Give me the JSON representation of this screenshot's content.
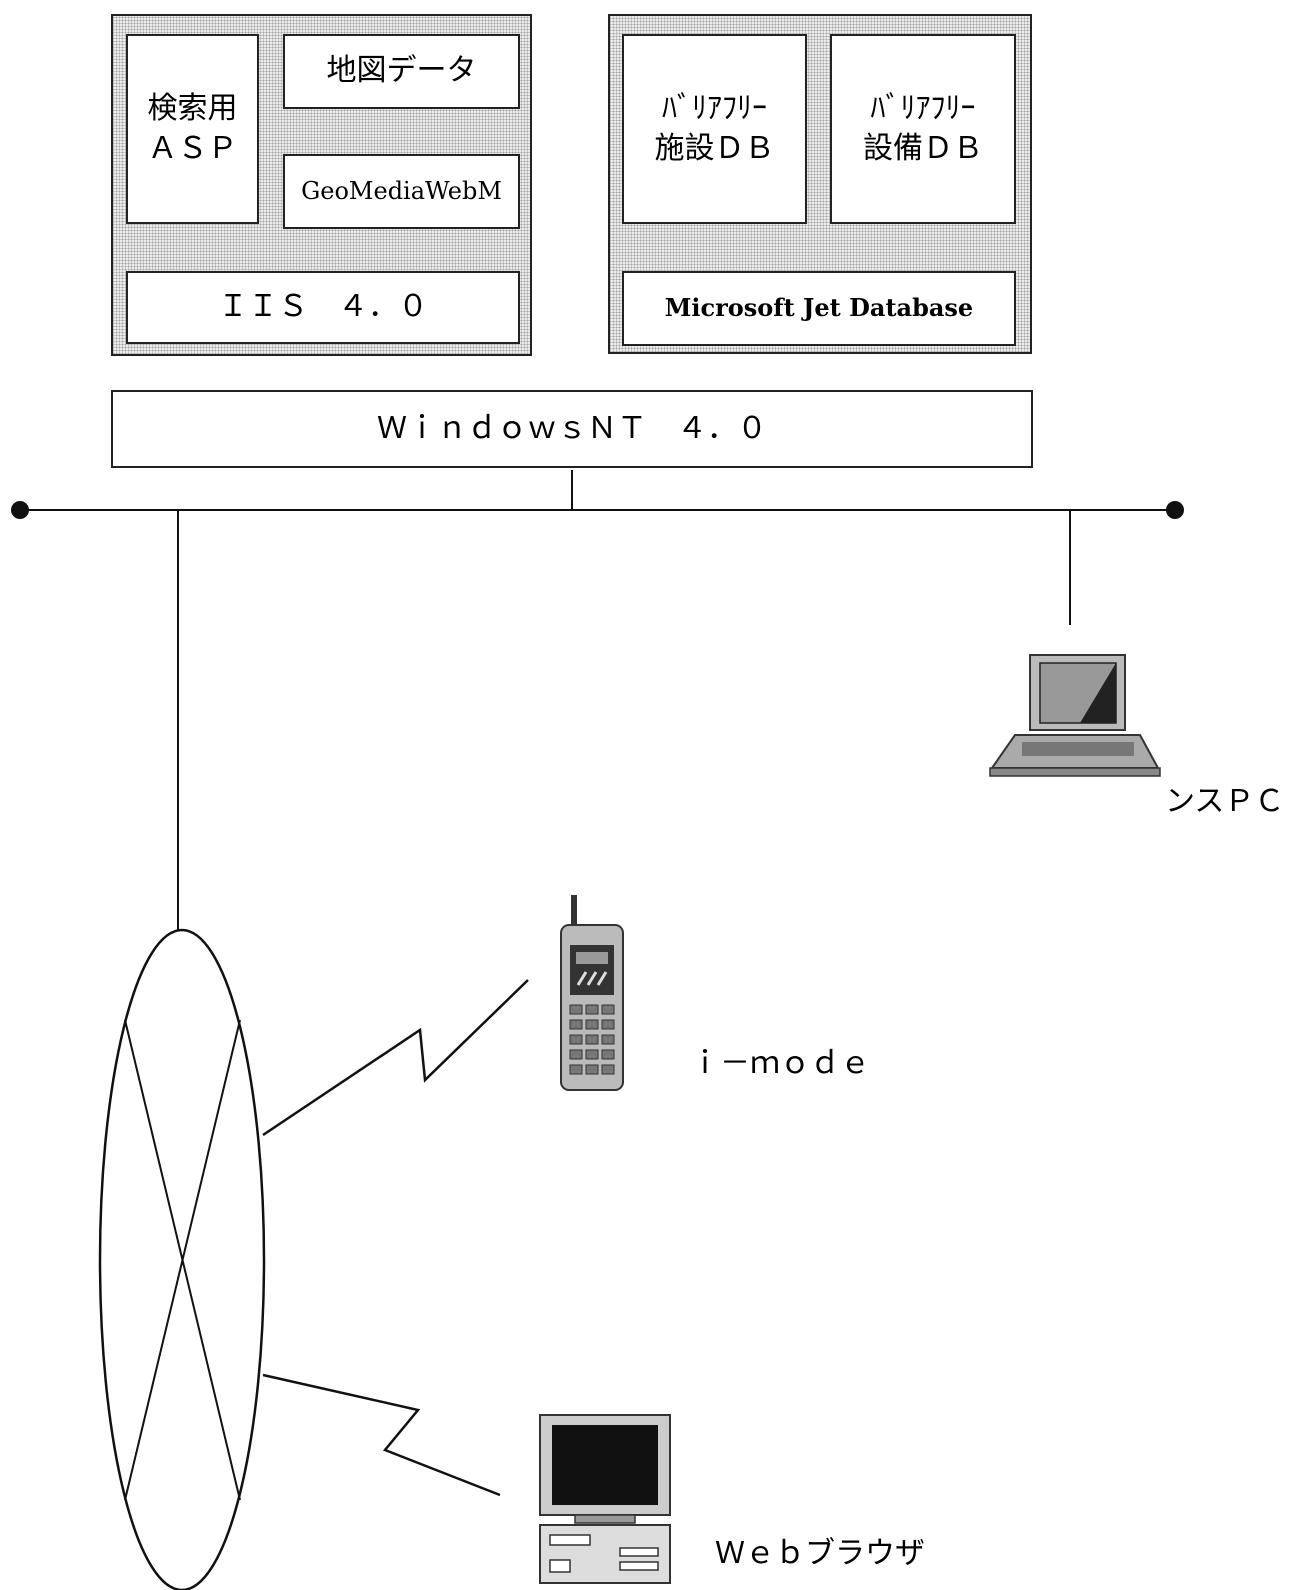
{
  "web_server": {
    "search_asp": "検索用\nＡＳＰ",
    "map_data": "地図データ",
    "geomedia": "GeoMediaWebM",
    "iis": "ＩＩＳ　４．０"
  },
  "db_server": {
    "facility_db": "ﾊﾞﾘｱﾌﾘｰ\n施設ＤＢ",
    "equipment_db": "ﾊﾞﾘｱﾌﾘｰ\n設備ＤＢ",
    "jet": "Microsoft Jet Database"
  },
  "os": "ＷｉｎｄｏｗｓＮＴ　４．０",
  "clients": {
    "maintenance_pc": "ンスＰＣ",
    "imode": "ｉ－ｍｏｄｅ",
    "web_browser": "Ｗｅｂブラウザ"
  }
}
